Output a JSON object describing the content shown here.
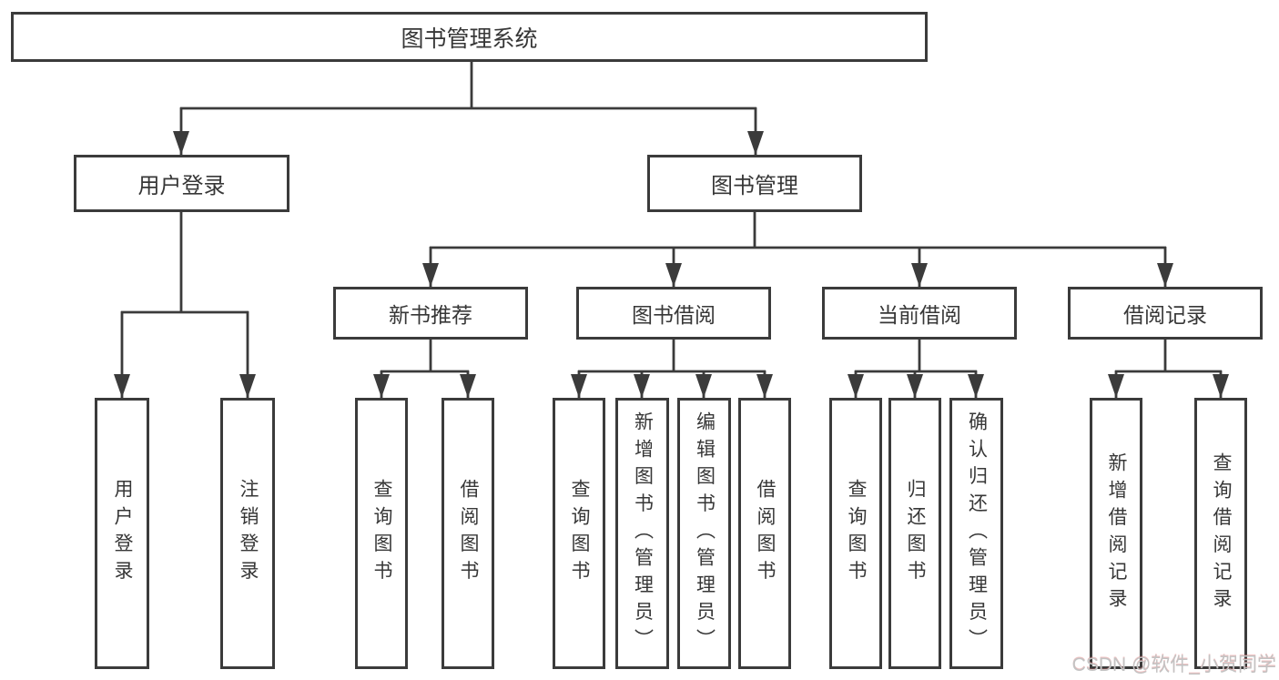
{
  "diagram": {
    "colors": {
      "line": "#3b3b3b",
      "box_border": "#3b3b3b",
      "text": "#373737",
      "background": "#ffffff",
      "watermark_text": "#c3c3c3"
    },
    "root": {
      "label": "图书管理系统"
    },
    "branches": [
      {
        "label": "用户登录",
        "children": [
          {
            "label": "用户登录"
          },
          {
            "label": "注销登录"
          }
        ]
      },
      {
        "label": "图书管理",
        "children": [
          {
            "label": "新书推荐",
            "children": [
              {
                "label": "查询图书"
              },
              {
                "label": "借阅图书"
              }
            ]
          },
          {
            "label": "图书借阅",
            "children": [
              {
                "label": "查询图书"
              },
              {
                "label": "新增图书（管理员）"
              },
              {
                "label": "编辑图书（管理员）"
              },
              {
                "label": "借阅图书"
              }
            ]
          },
          {
            "label": "当前借阅",
            "children": [
              {
                "label": "查询图书"
              },
              {
                "label": "归还图书"
              },
              {
                "label": "确认归还（管理员）"
              }
            ]
          },
          {
            "label": "借阅记录",
            "children": [
              {
                "label": "新增借阅记录"
              },
              {
                "label": "查询借阅记录"
              }
            ]
          }
        ]
      }
    ],
    "watermark": "CSDN @软件_小贺同学"
  }
}
